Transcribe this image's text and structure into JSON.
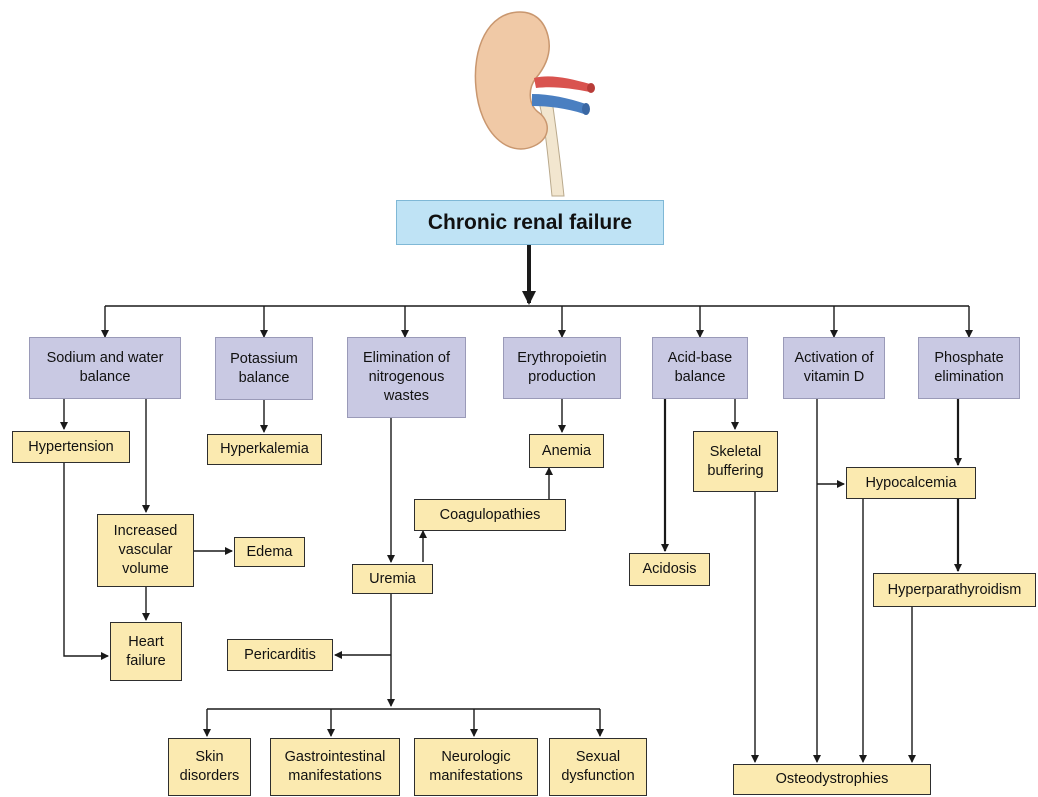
{
  "title": "Chronic renal failure",
  "categories": {
    "sodium": "Sodium and water\nbalance",
    "potassium": "Potassium\nbalance",
    "nitrogen": "Elimination of\nnitrogenous\nwastes",
    "epo": "Erythropoietin\nproduction",
    "acid": "Acid-base\nbalance",
    "vitd": "Activation of\nvitamin D",
    "phosphate": "Phosphate\nelimination"
  },
  "effects": {
    "hypertension": "Hypertension",
    "hyperkalemia": "Hyperkalemia",
    "anemia": "Anemia",
    "skeletal_buffering": "Skeletal\nbuffering",
    "hypocalcemia": "Hypocalcemia",
    "coagulopathies": "Coagulopathies",
    "increased_volume": "Increased\nvascular\nvolume",
    "edema": "Edema",
    "uremia": "Uremia",
    "acidosis": "Acidosis",
    "hyperparathyroidism": "Hyperparathyroidism",
    "heart_failure": "Heart\nfailure",
    "pericarditis": "Pericarditis",
    "skin": "Skin\ndisorders",
    "gi": "Gastrointestinal\nmanifestations",
    "neuro": "Neurologic\nmanifestations",
    "sexual": "Sexual\ndysfunction",
    "osteo": "Osteodystrophies"
  },
  "colors": {
    "title_fill": "#bfe3f5",
    "category_fill": "#c9c9e3",
    "effect_fill": "#fbeab0",
    "kidney": "#f0c9a6",
    "artery": "#d9534f",
    "vein": "#4a7fc1"
  }
}
